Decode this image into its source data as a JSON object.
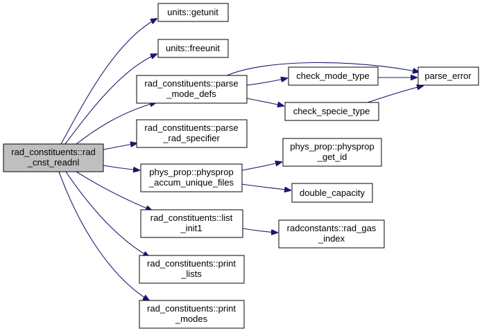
{
  "colors": {
    "edge": "#191970",
    "root_fill": "#bfbfbf",
    "node_fill": "#ffffff",
    "border": "#000000"
  },
  "nodes": {
    "rad_cnst_readnl": [
      "rad_constituents::rad",
      "_cnst_readnl"
    ],
    "getunit": [
      "units::getunit"
    ],
    "freeunit": [
      "units::freeunit"
    ],
    "parse_mode_defs": [
      "rad_constituents::parse",
      "_mode_defs"
    ],
    "parse_rad_specifier": [
      "rad_constituents::parse",
      "_rad_specifier"
    ],
    "accum_unique_files": [
      "phys_prop::physprop",
      "_accum_unique_files"
    ],
    "list_init1": [
      "rad_constituents::list",
      "_init1"
    ],
    "print_lists": [
      "rad_constituents::print",
      "_lists"
    ],
    "print_modes": [
      "rad_constituents::print",
      "_modes"
    ],
    "check_mode_type": [
      "check_mode_type"
    ],
    "check_specie_type": [
      "check_specie_type"
    ],
    "parse_error": [
      "parse_error"
    ],
    "physprop_get_id": [
      "phys_prop::physprop",
      "_get_id"
    ],
    "double_capacity": [
      "double_capacity"
    ],
    "rad_gas_index": [
      "radconstants::rad_gas",
      "_index"
    ]
  }
}
